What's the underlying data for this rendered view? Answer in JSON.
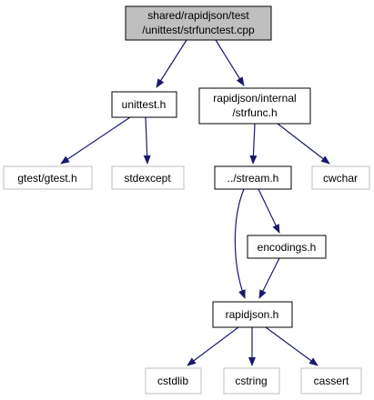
{
  "nodes": {
    "root": {
      "line1": "shared/rapidjson/test",
      "line2": "/unittest/strfunctest.cpp"
    },
    "unittest": {
      "label": "unittest.h"
    },
    "strfunc": {
      "line1": "rapidjson/internal",
      "line2": "/strfunc.h"
    },
    "gtest": {
      "label": "gtest/gtest.h"
    },
    "stdexcept": {
      "label": "stdexcept"
    },
    "stream": {
      "label": "../stream.h"
    },
    "cwchar": {
      "label": "cwchar"
    },
    "encodings": {
      "label": "encodings.h"
    },
    "rapidjson": {
      "label": "rapidjson.h"
    },
    "cstdlib": {
      "label": "cstdlib"
    },
    "cstring": {
      "label": "cstring"
    },
    "cassert": {
      "label": "cassert"
    }
  },
  "colors": {
    "edge": "#191970",
    "root_fill": "#bfbfbf",
    "node_border": "#000000",
    "external_border": "#bfbfbf",
    "background": "#ffffff"
  }
}
